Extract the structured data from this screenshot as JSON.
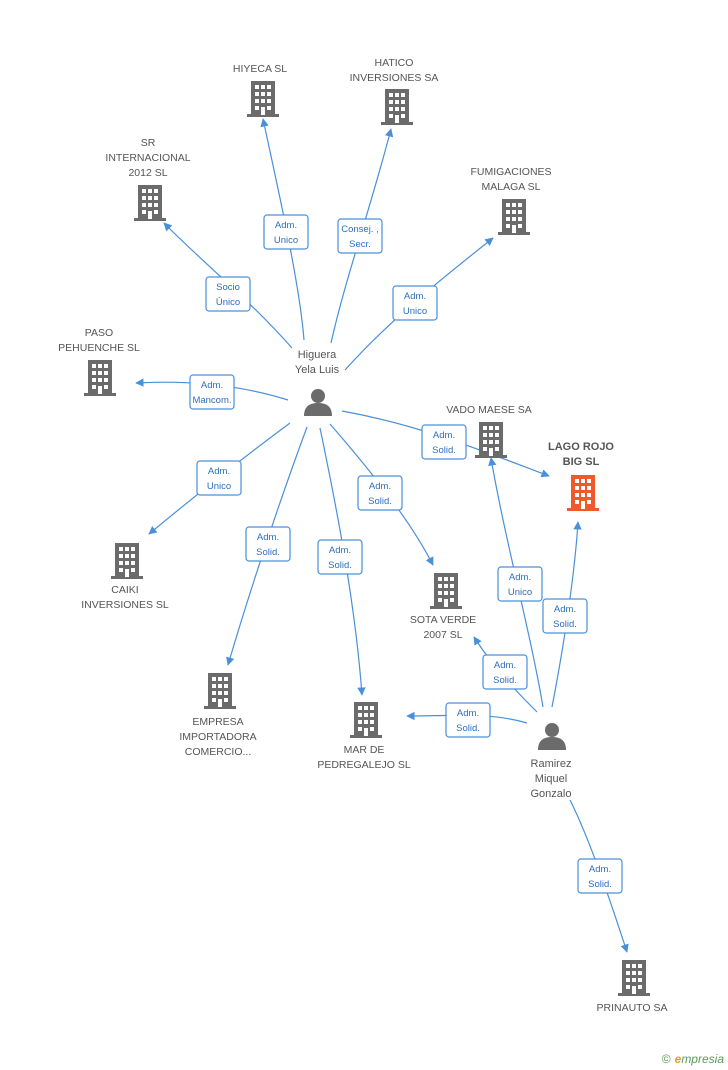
{
  "companies": [
    {
      "id": "hiyeca",
      "label": [
        "HIYECA SL"
      ],
      "focus": false
    },
    {
      "id": "hatico",
      "label": [
        "HATICO",
        "INVERSIONES SA"
      ],
      "focus": false
    },
    {
      "id": "sr",
      "label": [
        "SR",
        "INTERNACIONAL",
        "2012 SL"
      ],
      "focus": false
    },
    {
      "id": "fumigaciones",
      "label": [
        "FUMIGACIONES",
        "MALAGA  SL"
      ],
      "focus": false
    },
    {
      "id": "paso",
      "label": [
        "PASO",
        "PEHUENCHE SL"
      ],
      "focus": false
    },
    {
      "id": "vado",
      "label": [
        "VADO MAESE SA"
      ],
      "focus": false
    },
    {
      "id": "lagorojo",
      "label": [
        "LAGO ROJO",
        "BIG SL"
      ],
      "focus": true
    },
    {
      "id": "caiki",
      "label": [
        "CAIKI",
        "INVERSIONES SL"
      ],
      "focus": false
    },
    {
      "id": "sotaverde",
      "label": [
        "SOTA VERDE",
        "2007 SL"
      ],
      "focus": false
    },
    {
      "id": "empresa",
      "label": [
        "EMPRESA",
        "IMPORTADORA",
        "COMERCIO..."
      ],
      "focus": false
    },
    {
      "id": "mar",
      "label": [
        "MAR DE",
        "PEDREGALEJO SL"
      ],
      "focus": false
    },
    {
      "id": "prinauto",
      "label": [
        "PRINAUTO SA"
      ],
      "focus": false
    }
  ],
  "persons": [
    {
      "id": "higuera",
      "label": [
        "Higuera",
        "Yela Luis"
      ]
    },
    {
      "id": "ramirez",
      "label": [
        "Ramirez",
        "Miquel",
        "Gonzalo"
      ]
    }
  ],
  "relations": [
    {
      "from": "higuera",
      "to": "hiyeca",
      "label": [
        "Adm.",
        "Unico"
      ]
    },
    {
      "from": "higuera",
      "to": "hatico",
      "label": [
        "Consej. ,",
        "Secr."
      ]
    },
    {
      "from": "higuera",
      "to": "sr",
      "label": [
        "Socio",
        "Único"
      ]
    },
    {
      "from": "higuera",
      "to": "fumigaciones",
      "label": [
        "Adm.",
        "Unico"
      ]
    },
    {
      "from": "higuera",
      "to": "paso",
      "label": [
        "Adm.",
        "Mancom."
      ]
    },
    {
      "from": "higuera",
      "to": "lagorojo",
      "label": [
        "Adm.",
        "Solid."
      ]
    },
    {
      "from": "higuera",
      "to": "caiki",
      "label": [
        "Adm.",
        "Unico"
      ]
    },
    {
      "from": "higuera",
      "to": "sotaverde",
      "label": [
        "Adm.",
        "Solid."
      ]
    },
    {
      "from": "higuera",
      "to": "empresa",
      "label": [
        "Adm.",
        "Solid."
      ]
    },
    {
      "from": "higuera",
      "to": "mar",
      "label": [
        "Adm.",
        "Solid."
      ]
    },
    {
      "from": "ramirez",
      "to": "vado",
      "label": [
        "Adm.",
        "Unico"
      ]
    },
    {
      "from": "ramirez",
      "to": "lagorojo",
      "label": [
        "Adm.",
        "Solid."
      ]
    },
    {
      "from": "ramirez",
      "to": "sotaverde",
      "label": [
        "Adm.",
        "Solid."
      ]
    },
    {
      "from": "ramirez",
      "to": "mar",
      "label": [
        "Adm.",
        "Solid."
      ]
    },
    {
      "from": "ramirez",
      "to": "prinauto",
      "label": [
        "Adm.",
        "Solid."
      ]
    }
  ],
  "colors": {
    "edge": "#4a90d9",
    "building": "#6b6b6b",
    "focus_building": "#f05a28",
    "person": "#6b6b6b"
  },
  "icons": {
    "company": "building-icon",
    "person": "person-icon"
  },
  "watermark": {
    "copyright": "©",
    "brand_initial": "e",
    "brand_rest": "mpresia"
  }
}
